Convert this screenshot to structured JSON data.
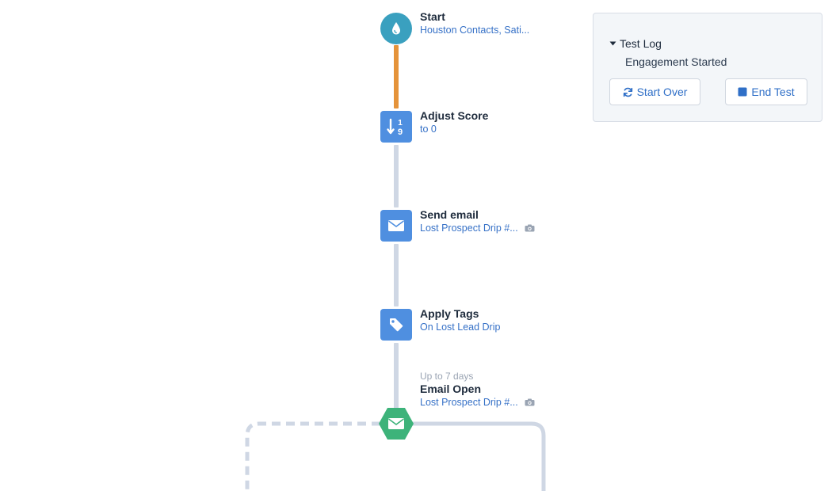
{
  "flow": {
    "nodes": [
      {
        "id": "start",
        "title": "Start",
        "subtitle": "Houston Contacts, Sati...",
        "icon": "drop-icon"
      },
      {
        "id": "adjust-score",
        "title": "Adjust Score",
        "subtitle": "to 0",
        "icon": "sort-numeric-icon",
        "icon_text_top": "1",
        "icon_text_bottom": "9"
      },
      {
        "id": "send-email",
        "title": "Send email",
        "subtitle": "Lost Prospect Drip #...",
        "icon": "envelope-icon",
        "has_preview": true
      },
      {
        "id": "apply-tags",
        "title": "Apply Tags",
        "subtitle": "On Lost Lead Drip",
        "icon": "tag-icon"
      },
      {
        "id": "email-open",
        "pretitle": "Up to 7 days",
        "title": "Email Open",
        "subtitle": "Lost Prospect Drip #...",
        "icon": "envelope-icon",
        "has_preview": true
      }
    ]
  },
  "test_log": {
    "title": "Test Log",
    "entries": [
      "Engagement Started"
    ],
    "start_over_label": "Start Over",
    "end_test_label": "End Test"
  },
  "colors": {
    "active_connector": "#e5933a",
    "idle_connector": "#cfd7e4",
    "start_node": "#3aa0bf",
    "action_node": "#4f8fe0",
    "wait_node": "#3db37a",
    "link_text": "#3671c7"
  }
}
